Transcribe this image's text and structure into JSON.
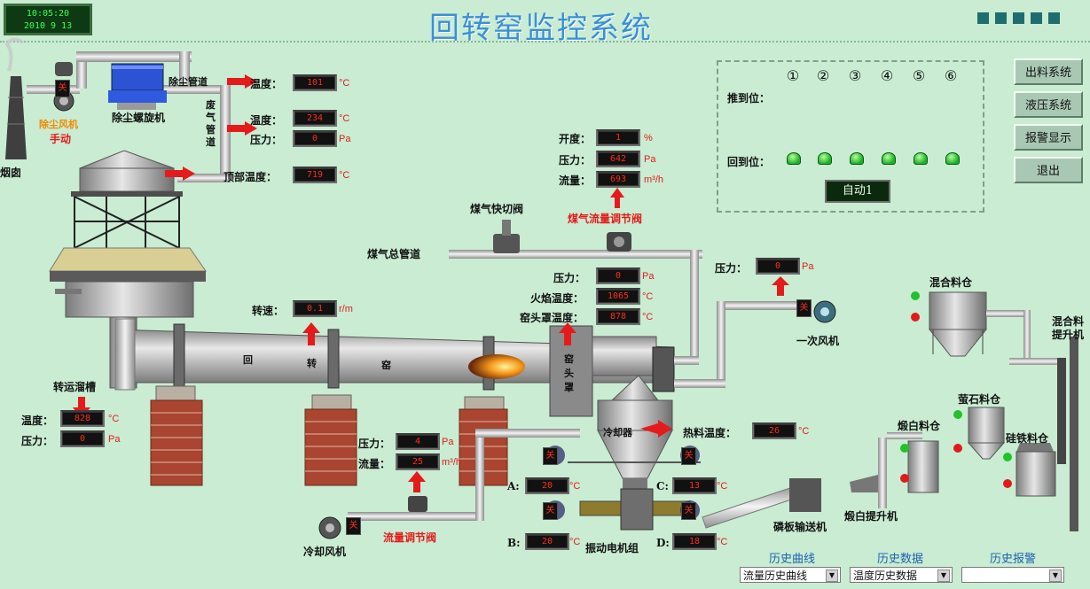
{
  "clock": {
    "time": "10:05:20",
    "date": "2010 9 13"
  },
  "title": "回转窑监控系统",
  "side_buttons": [
    "出料系统",
    "液压系统",
    "报警显示",
    "退出"
  ],
  "position_panel": {
    "numbers": [
      "①",
      "②",
      "③",
      "④",
      "⑤",
      "⑥"
    ],
    "push_label": "推到位：",
    "return_label": "回到位：",
    "mode": "自动1"
  },
  "chimney_label": "烟囱",
  "dust_fan": {
    "label": "除尘风机",
    "mode": "手动",
    "status": "关"
  },
  "dust_collector": "除尘螺旋机",
  "dust_pipe": "除尘管道",
  "waste_pipe": "废气管道",
  "readings_top": [
    {
      "label": "温度：",
      "value": "101",
      "unit": "°C"
    },
    {
      "label": "温度：",
      "value": "234",
      "unit": "°C"
    },
    {
      "label": "压力：",
      "value": "0",
      "unit": "Pa"
    },
    {
      "label": "顶部温度：",
      "value": "719",
      "unit": "°C"
    }
  ],
  "gas_valve_readings": [
    {
      "label": "开度：",
      "value": "1",
      "unit": "%"
    },
    {
      "label": "压力：",
      "value": "642",
      "unit": "Pa"
    },
    {
      "label": "流量：",
      "value": "693",
      "unit": "m³/h"
    }
  ],
  "gas_flow_valve": "煤气流量调节阀",
  "gas_shutoff_valve": "煤气快切阀",
  "gas_main_pipe": "煤气总管道",
  "kiln_head_readings": [
    {
      "label": "压力：",
      "value": "0",
      "unit": "Pa"
    },
    {
      "label": "火焰温度：",
      "value": "1065",
      "unit": "°C"
    },
    {
      "label": "窑头罩温度：",
      "value": "878",
      "unit": "°C"
    }
  ],
  "rotation": {
    "label": "转速：",
    "value": "0.1",
    "unit": "r/m"
  },
  "kiln_text": [
    "回",
    "转",
    "窑"
  ],
  "kiln_hood": "窑头罩",
  "primary_fan": {
    "label": "一次风机",
    "pressure_label": "压力：",
    "pressure": "0",
    "unit": "Pa",
    "status": "关"
  },
  "transfer_chute": {
    "label": "转运溜槽",
    "readings": [
      {
        "label": "温度：",
        "value": "828",
        "unit": "°C"
      },
      {
        "label": "压力：",
        "value": "0",
        "unit": "Pa"
      }
    ]
  },
  "cooling_fan": {
    "label": "冷却风机",
    "status": "关"
  },
  "flow_valve": "流量调节阀",
  "cooling_readings": [
    {
      "label": "压力：",
      "value": "4",
      "unit": "Pa"
    },
    {
      "label": "流量：",
      "value": "25",
      "unit": "m³/h"
    }
  ],
  "cooler": "冷却器",
  "hot_temp": {
    "label": "热料温度：",
    "value": "26",
    "unit": "°C"
  },
  "vib_motors": {
    "label": "振动电机组",
    "readings": [
      {
        "label": "A:",
        "value": "20",
        "unit": "°C"
      },
      {
        "label": "B:",
        "value": "20",
        "unit": "°C"
      },
      {
        "label": "C:",
        "value": "13",
        "unit": "°C"
      },
      {
        "label": "D:",
        "value": "18",
        "unit": "°C"
      }
    ],
    "status": "关"
  },
  "conveyor": "磷板输送机",
  "bins": {
    "mix_bin": "混合料仓",
    "mix_elevator": "混合料提升机",
    "fluorite_bin": "萤石料仓",
    "calcined_bin": "煅白料仓",
    "ferrosilicon_bin": "硅铁料仓",
    "calcined_elevator": "煅白提升机"
  },
  "history": {
    "curve_label": "历史曲线",
    "curve_select": "流量历史曲线",
    "data_label": "历史数据",
    "data_select": "温度历史数据",
    "alarm_label": "历史报警",
    "alarm_select": ""
  }
}
